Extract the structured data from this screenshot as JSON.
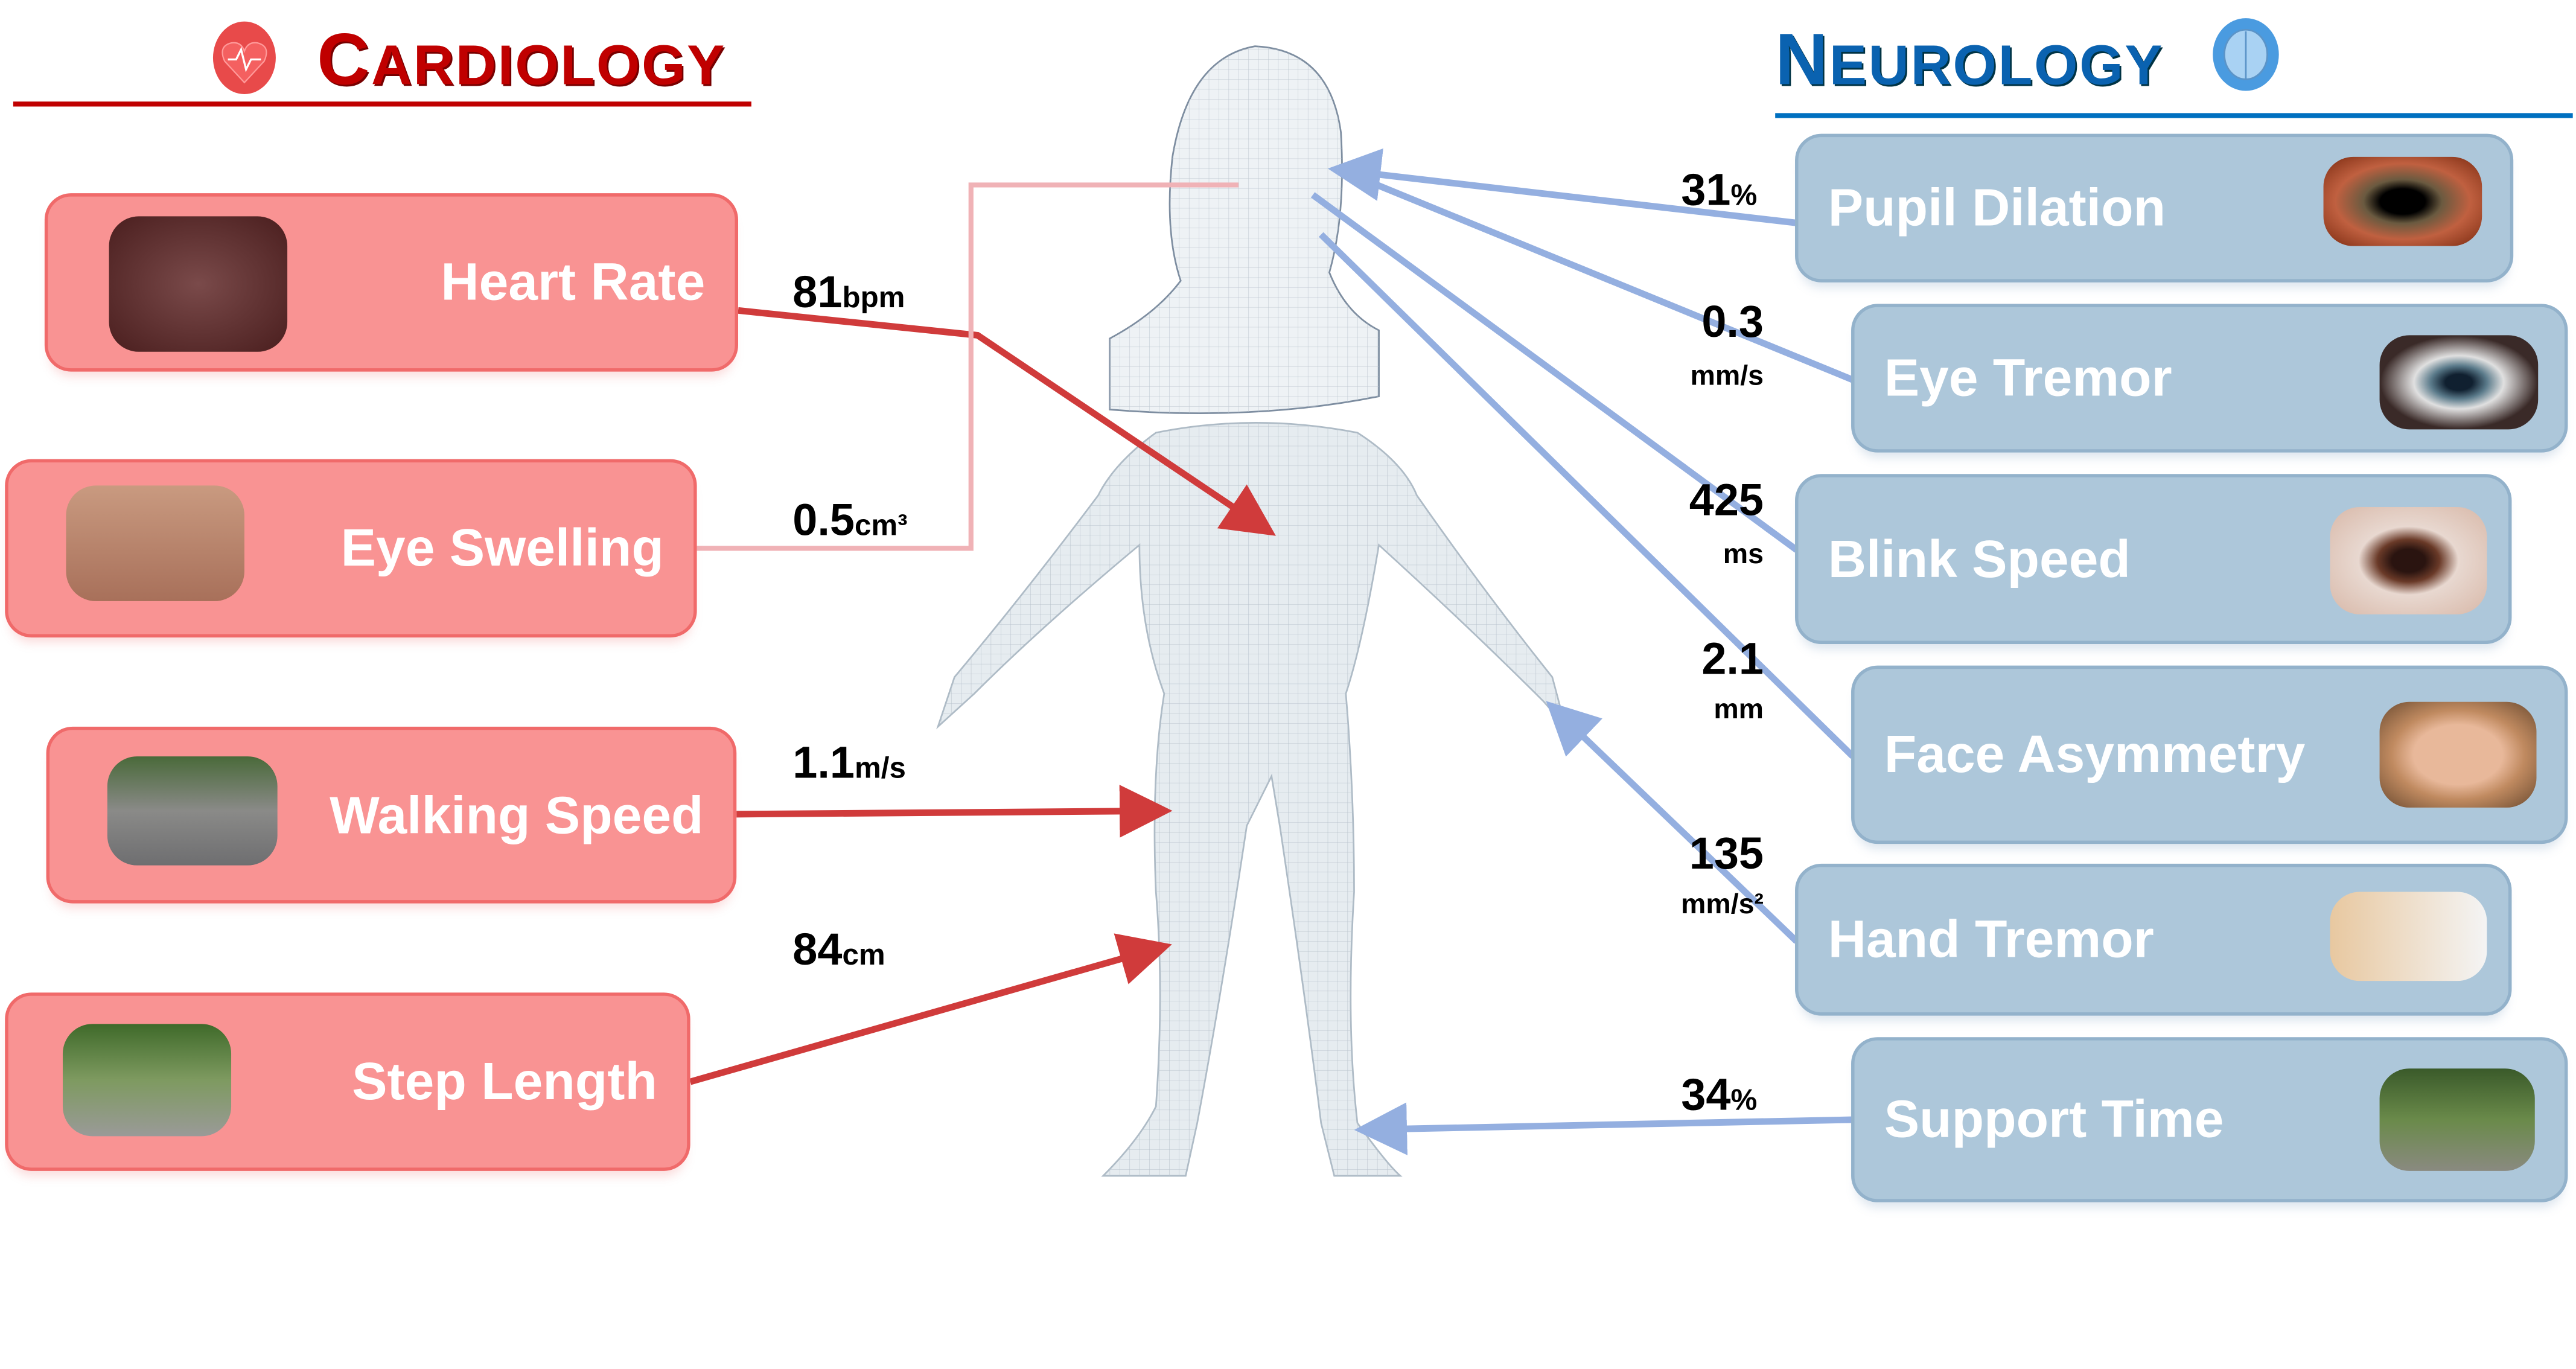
{
  "cardiology": {
    "title_first": "C",
    "title_rest": "ARDIOLOGY",
    "icon": "heart-pulse-icon",
    "color": "#c00000",
    "items": [
      {
        "label": "Heart Rate",
        "value": "81",
        "unit": "bpm",
        "image": "heart-image"
      },
      {
        "label": "Eye Swelling",
        "value": "0.5",
        "unit": "cm³",
        "image": "swollen-eye-image"
      },
      {
        "label": "Walking Speed",
        "value": "1.1",
        "unit": "m/s",
        "image": "walking-feet-image"
      },
      {
        "label": "Step Length",
        "value": "84",
        "unit": "cm",
        "image": "step-image"
      }
    ]
  },
  "neurology": {
    "title_first": "N",
    "title_rest": "EUROLOGY",
    "icon": "brain-icon",
    "color": "#0070c0",
    "items": [
      {
        "label": "Pupil Dilation",
        "value": "31",
        "unit": "%",
        "image": "pupil-image"
      },
      {
        "label": "Eye Tremor",
        "value": "0.3",
        "unit": "mm/s",
        "image": "eye-image"
      },
      {
        "label": "Blink Speed",
        "value": "425",
        "unit": "ms",
        "image": "blink-image"
      },
      {
        "label": "Face Asymmetry",
        "value": "2.1",
        "unit": "mm",
        "image": "face-image"
      },
      {
        "label": "Hand Tremor",
        "value": "135",
        "unit": "mm/s²",
        "image": "hand-image"
      },
      {
        "label": "Support Time",
        "value": "34",
        "unit": "%",
        "image": "foot-image"
      }
    ]
  }
}
